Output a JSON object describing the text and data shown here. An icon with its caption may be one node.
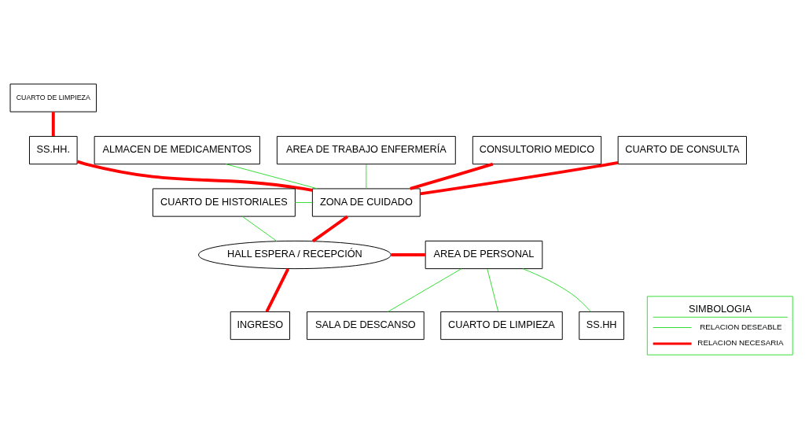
{
  "diagram": {
    "nodes": [
      {
        "text": [
          "CUARTO DE LIMPIEZA"
        ]
      },
      {
        "text": [
          "ALMACEN DE MEDICAMENTOS"
        ]
      },
      {
        "text": [
          "SS.HH."
        ]
      },
      {
        "text": [
          "AREA DE TRABAJO ENFERMERÍA"
        ]
      },
      {
        "text": [
          "CONSULTORIO MEDICO"
        ]
      },
      {
        "text": [
          "CUARTO DE CONSULTA"
        ]
      },
      {
        "text": [
          "ZONA DE CUIDADO"
        ]
      },
      {
        "text": [
          "CUARTO DE HISTORIALES"
        ]
      },
      {
        "text": [
          "HALL ESPERA / RECEPCIÓN"
        ]
      },
      {
        "text": [
          "AREA DE PERSONAL"
        ]
      },
      {
        "text": [
          "SALA DE DESCANSO"
        ]
      },
      {
        "text": [
          "CUARTO DE LIMPIEZA"
        ]
      },
      {
        "text": [
          "SS.HH"
        ]
      },
      {
        "text": [
          "INGRESO"
        ]
      }
    ],
    "edges": [
      {
        "from": 0,
        "to": 2,
        "arrow": "none",
        "style": "thick",
        "color": "#ff0000"
      },
      {
        "from": 2,
        "to": 6,
        "arrow": "none",
        "style": "thick",
        "color": "#ff0000"
      },
      {
        "from": 1,
        "to": 6,
        "arrow": "none",
        "color": "#33dd33"
      },
      {
        "from": 3,
        "to": 6,
        "arrow": "none",
        "color": "#33dd33"
      },
      {
        "from": 4,
        "to": 6,
        "arrow": "none",
        "style": "thick",
        "color": "#ff0000"
      },
      {
        "from": 5,
        "to": 6,
        "arrow": "none",
        "style": "thick",
        "color": "#ff0000"
      },
      {
        "from": 6,
        "to": 8,
        "arrow": "none",
        "style": "thick",
        "color": "#ff0000"
      },
      {
        "from": 7,
        "to": 6,
        "arrow": "none",
        "color": "#33dd33"
      },
      {
        "from": 7,
        "to": 8,
        "arrow": "none",
        "color": "#33dd33"
      },
      {
        "from": 8,
        "to": 9,
        "arrow": "none",
        "style": "thick",
        "color": "#ff0000"
      },
      {
        "from": 9,
        "to": 10,
        "arrow": "none",
        "color": "#33dd33"
      },
      {
        "from": 9,
        "to": 11,
        "arrow": "none",
        "color": "#33dd33"
      },
      {
        "from": 9,
        "to": 12,
        "arrow": "none",
        "color": "#33dd33"
      },
      {
        "from": 8,
        "to": 13,
        "arrow": "none",
        "style": "thick",
        "color": "#ff0000"
      }
    ],
    "labels": [
      "SIMBOLOGIA"
    ],
    "legend": [
      {
        "text": "RELACION DESEABLE"
      },
      {
        "text": "RELACION NECESARIA"
      }
    ]
  }
}
